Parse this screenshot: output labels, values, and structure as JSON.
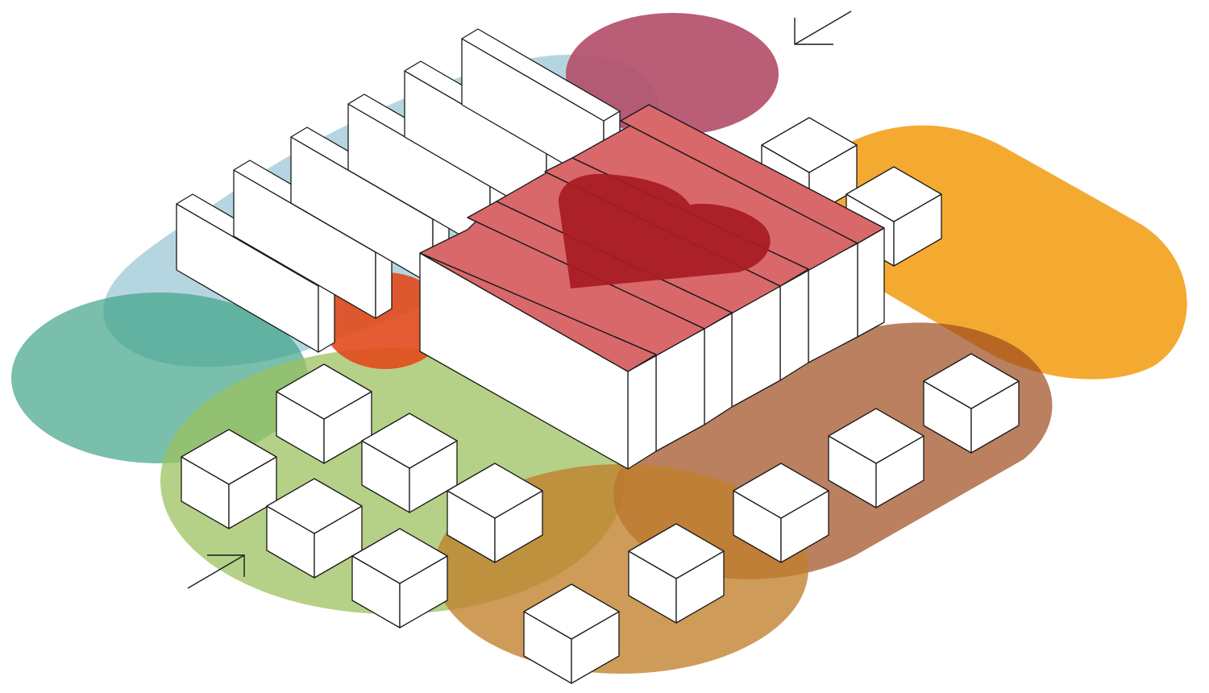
{
  "diagram": {
    "zones": [
      {
        "name": "blue-zone",
        "color": "#a8cfdc",
        "opacity": 0.85
      },
      {
        "name": "plum-zone",
        "color": "#b3506a",
        "opacity": 0.92
      },
      {
        "name": "orange-zone",
        "color": "#f3a31f",
        "opacity": 0.92
      },
      {
        "name": "teal-zone",
        "color": "#3aa083",
        "opacity": 0.68
      },
      {
        "name": "green-zone",
        "color": "#9cc25f",
        "opacity": 0.75
      },
      {
        "name": "rust-zone",
        "color": "#e24a1c",
        "opacity": 0.9
      },
      {
        "name": "brown-zone",
        "color": "#9c4a1c",
        "opacity": 0.7
      },
      {
        "name": "ochre-zone",
        "color": "#c07f2a",
        "opacity": 0.78
      }
    ],
    "highlight_color": "#d9686b",
    "heart_color": "#a81b23",
    "block_color": "#ffffff",
    "line_color": "#1a1a1a",
    "arrows": [
      {
        "name": "top-right-arrow",
        "direction": "down-left"
      },
      {
        "name": "bottom-left-arrow",
        "direction": "up-right"
      }
    ]
  }
}
